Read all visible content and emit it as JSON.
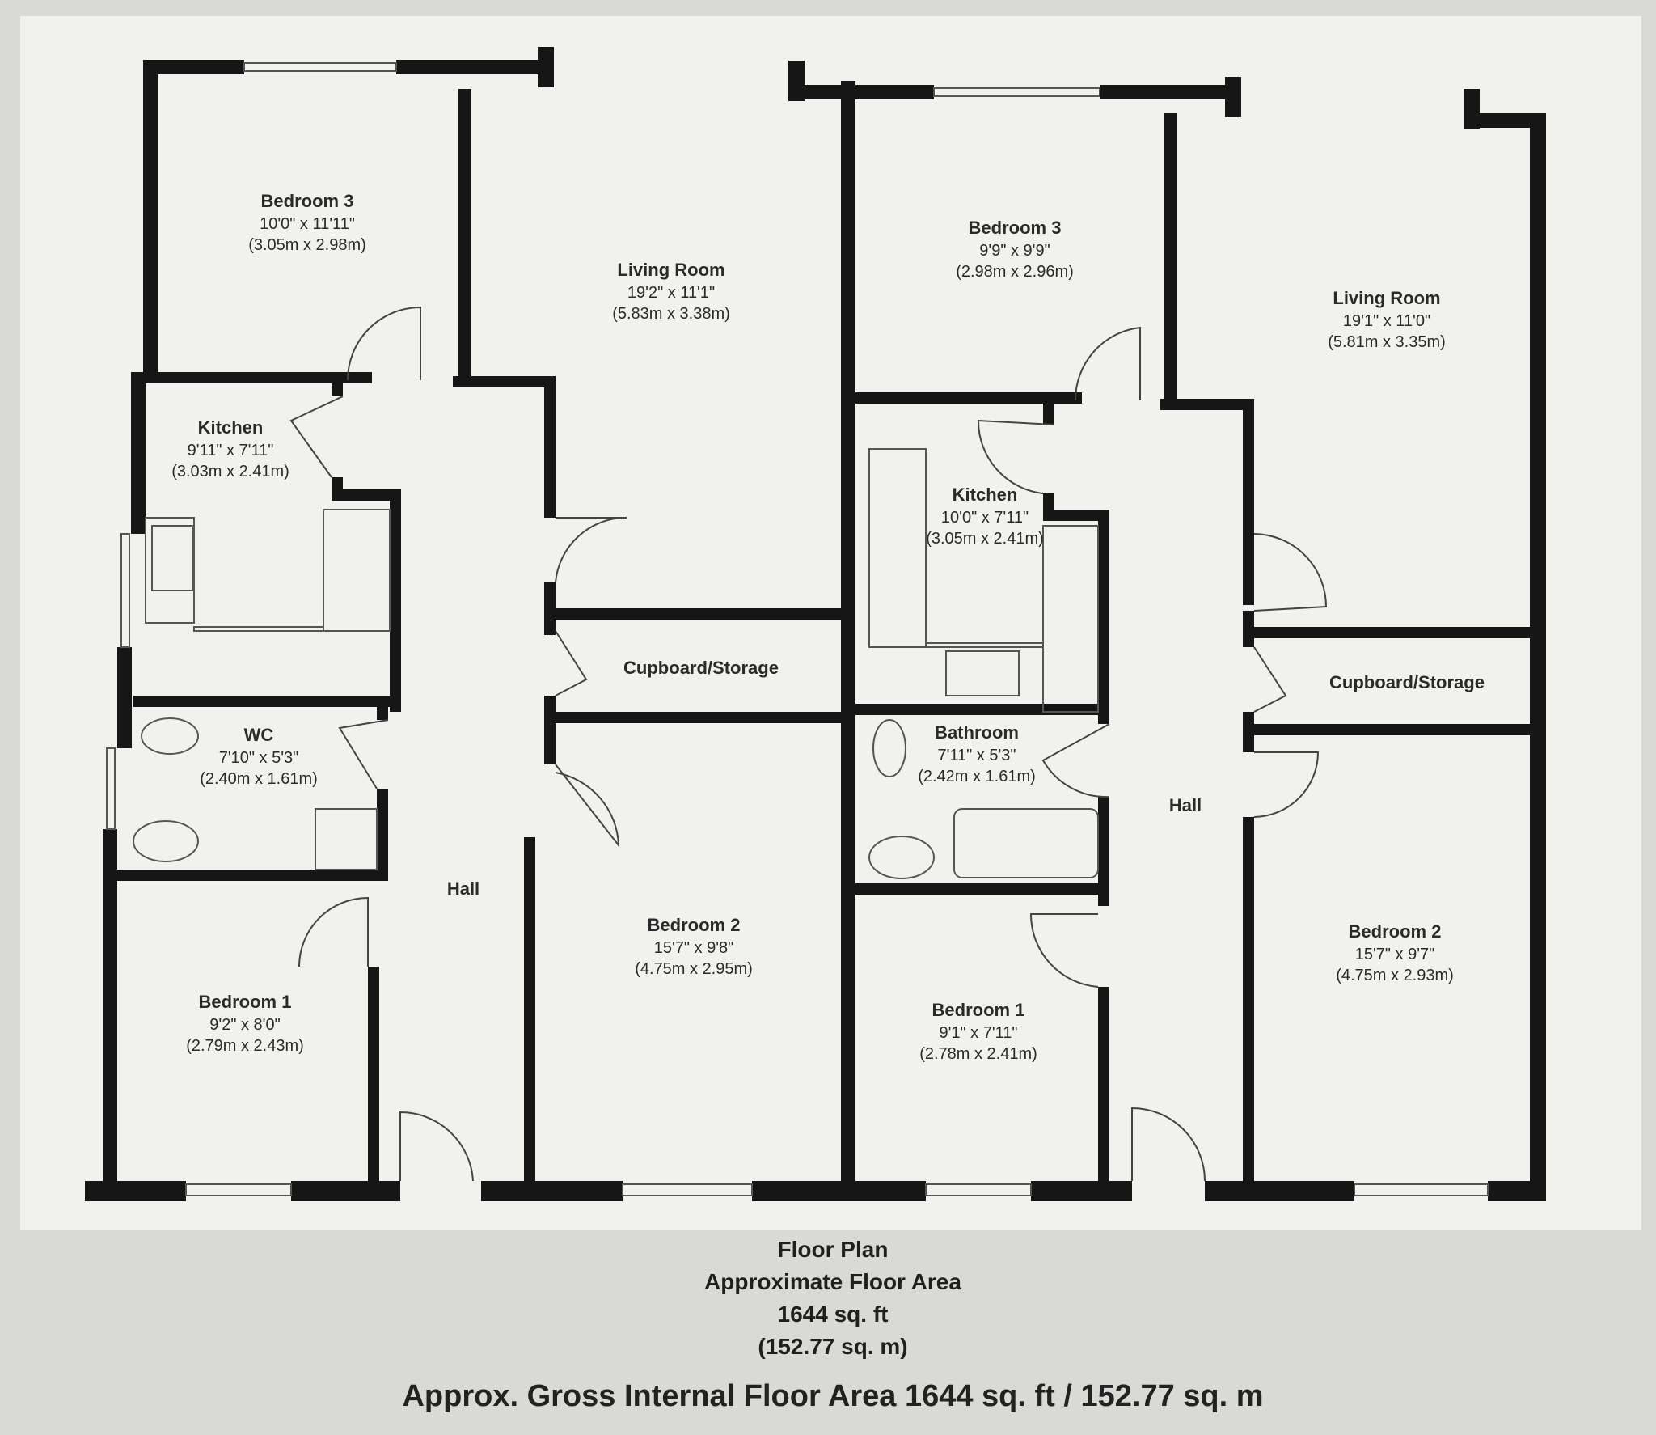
{
  "rooms": {
    "left_bedroom3": {
      "name": "Bedroom 3",
      "imperial": "10'0\" x 11'11\"",
      "metric": "(3.05m x 2.98m)"
    },
    "left_living": {
      "name": "Living Room",
      "imperial": "19'2\" x 11'1\"",
      "metric": "(5.83m x 3.38m)"
    },
    "left_kitchen": {
      "name": "Kitchen",
      "imperial": "9'11\" x 7'11\"",
      "metric": "(3.03m x 2.41m)"
    },
    "left_cupboard": {
      "name": "Cupboard/Storage"
    },
    "left_wc": {
      "name": "WC",
      "imperial": "7'10\" x 5'3\"",
      "metric": "(2.40m x 1.61m)"
    },
    "left_hall": {
      "name": "Hall"
    },
    "left_bedroom2": {
      "name": "Bedroom 2",
      "imperial": "15'7\" x 9'8\"",
      "metric": "(4.75m x 2.95m)"
    },
    "left_bedroom1": {
      "name": "Bedroom 1",
      "imperial": "9'2\" x 8'0\"",
      "metric": "(2.79m x 2.43m)"
    },
    "right_bedroom3": {
      "name": "Bedroom 3",
      "imperial": "9'9\" x 9'9\"",
      "metric": "(2.98m x 2.96m)"
    },
    "right_living": {
      "name": "Living Room",
      "imperial": "19'1\" x 11'0\"",
      "metric": "(5.81m x 3.35m)"
    },
    "right_kitchen": {
      "name": "Kitchen",
      "imperial": "10'0\" x 7'11\"",
      "metric": "(3.05m x 2.41m)"
    },
    "right_cupboard": {
      "name": "Cupboard/Storage"
    },
    "right_bathroom": {
      "name": "Bathroom",
      "imperial": "7'11\" x 5'3\"",
      "metric": "(2.42m x 1.61m)"
    },
    "right_hall": {
      "name": "Hall"
    },
    "right_bedroom1": {
      "name": "Bedroom 1",
      "imperial": "9'1\" x 7'11\"",
      "metric": "(2.78m x 2.41m)"
    },
    "right_bedroom2": {
      "name": "Bedroom 2",
      "imperial": "15'7\" x 9'7\"",
      "metric": "(4.75m x 2.93m)"
    }
  },
  "caption": {
    "line1": "Floor Plan",
    "line2": "Approximate Floor Area",
    "line3": "1644 sq. ft",
    "line4": "(152.77 sq. m)"
  },
  "footer": "Approx. Gross Internal Floor Area 1644 sq. ft / 152.77 sq. m",
  "colors": {
    "background": "#d9d9d6",
    "paper": "#f1f1ee",
    "wall": "#161616",
    "thin_line": "#555555"
  }
}
